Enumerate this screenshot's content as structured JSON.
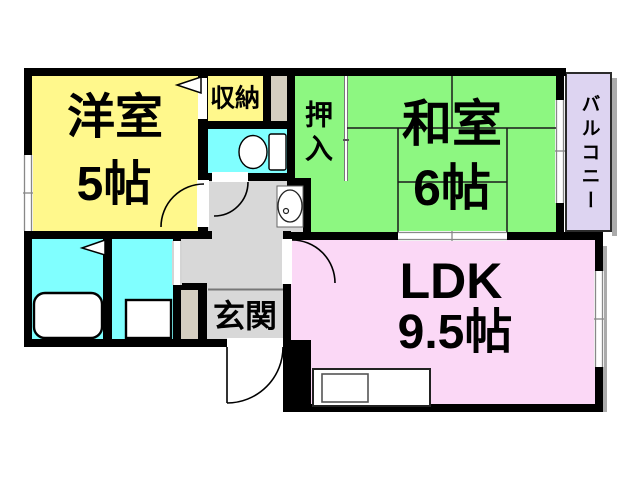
{
  "plan": {
    "western_room": {
      "label": "洋室",
      "size": "5帖"
    },
    "japanese_room": {
      "label": "和室",
      "size": "6帖"
    },
    "ldk": {
      "label": "LDK",
      "size": "9.5帖"
    },
    "storage": {
      "label": "収納"
    },
    "closet": {
      "label": "押入"
    },
    "entrance": {
      "label": "玄関"
    },
    "balcony": {
      "label": "バルコニー"
    }
  },
  "colors": {
    "western_room": "#FFF88C",
    "storage": "#FFF88C",
    "japanese_room": "#8DF781",
    "closet": "#8DF781",
    "ldk": "#FBD8F6",
    "wet_rooms": "#80FFFF",
    "balcony": "#DDD4F1",
    "hallway": "#D8D8D8",
    "entrance": "#D8D8D8",
    "cabinet": "#D5CEC0",
    "walls": "#000000"
  },
  "fixtures": {
    "bathtub": "bathtub",
    "washer_pan": "washing-machine-pan",
    "toilet": "toilet",
    "washbasin": "washbasin",
    "kitchen": "kitchen-counter-with-sink"
  }
}
